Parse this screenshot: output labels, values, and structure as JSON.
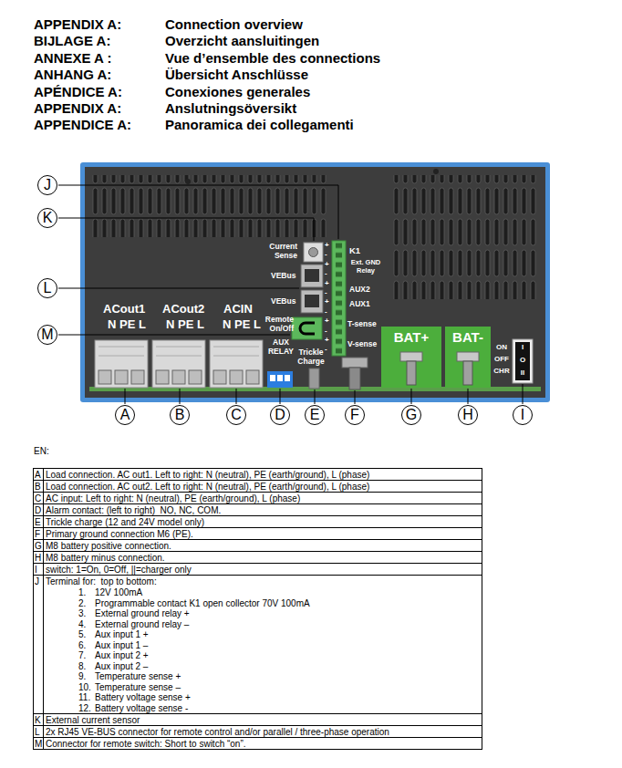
{
  "diagram": {
    "nodes": [
      {
        "text": [
          "J"
        ]
      },
      {
        "text": [
          "K"
        ]
      },
      {
        "text": [
          "L"
        ]
      },
      {
        "text": [
          "M"
        ]
      },
      {
        "text": [
          "BAT+"
        ]
      },
      {
        "text": [
          "BAT-"
        ]
      },
      {
        "text": [
          "A"
        ]
      },
      {
        "text": [
          "B"
        ]
      },
      {
        "text": [
          "C"
        ]
      },
      {
        "text": [
          "D"
        ]
      },
      {
        "text": [
          "E"
        ]
      },
      {
        "text": [
          "F"
        ]
      },
      {
        "text": [
          "G"
        ]
      },
      {
        "text": [
          "H"
        ]
      },
      {
        "text": [
          "I"
        ]
      }
    ],
    "labels": [
      "APPENDIX A:",
      "Connection overview",
      "BIJLAGE A:",
      "Overzicht aansluitingen",
      "ANNEXE A :",
      "Vue d’ensemble des connections",
      "ANHANG A:",
      "Übersicht Anschlüsse",
      "APÉNDICE A:",
      "Conexiones generales",
      "APPENDIX A:",
      "Anslutningsöversikt",
      "APPENDICE A:",
      "Panoramica dei collegamenti",
      "ACout1",
      "N PE L",
      "ACout2",
      "N PE L",
      "ACIN",
      "N PE L",
      "Current Sense",
      "VEBus",
      "VEBus",
      "Remote On/Off",
      "AUX RELAY",
      "Trickle Charge",
      "K1",
      "Ext. GND Relay",
      "AUX2",
      "AUX1",
      "T-sense",
      "V-sense",
      "+",
      "-",
      "+",
      "-",
      "+",
      "-",
      "+",
      "-",
      "+",
      "-",
      "+",
      "-",
      "ON",
      "OFF",
      "CHR",
      "I",
      "O",
      "II",
      "EN:",
      "A",
      "Load connection. AC out1. Left to right: N (neutral), PE (earth/ground), L (phase)",
      "B",
      "Load connection. AC out2. Left to right: N (neutral), PE (earth/ground), L (phase)",
      "C",
      "AC input: Left to right: N (neutral), PE (earth/ground), L (phase)",
      "D",
      "Alarm contact: (left to right)  NO, NC, COM.",
      "E",
      "Trickle charge (12 and 24V model only)",
      "F",
      "Primary ground connection M6 (PE).",
      "G",
      "M8 battery positive connection.",
      "H",
      "M8 battery minus connection.",
      "I",
      "switch: 1=On, 0=Off, ||=charger only",
      "J",
      "Terminal for:  top to bottom:",
      "1.",
      "12V 100mA",
      "2.",
      "Programmable contact K1 open collector 70V 100mA",
      "3.",
      "External ground relay +",
      "4.",
      "External ground relay –",
      "5.",
      "Aux input 1 +",
      "6.",
      "Aux input 1 –",
      "7.",
      "Aux input 2 +",
      "8.",
      "Aux input 2 –",
      "9.",
      "Temperature sense +",
      "10.",
      "Temperature sense –",
      "11.",
      "Battery voltage sense +",
      "12.",
      "Battery voltage sense -",
      "K",
      "External current sensor",
      "L",
      "2x RJ45 VE-BUS connector for remote control and/or parallel / three-phase operation",
      "M",
      "Connector for remote switch: Short to switch “on”."
    ]
  }
}
